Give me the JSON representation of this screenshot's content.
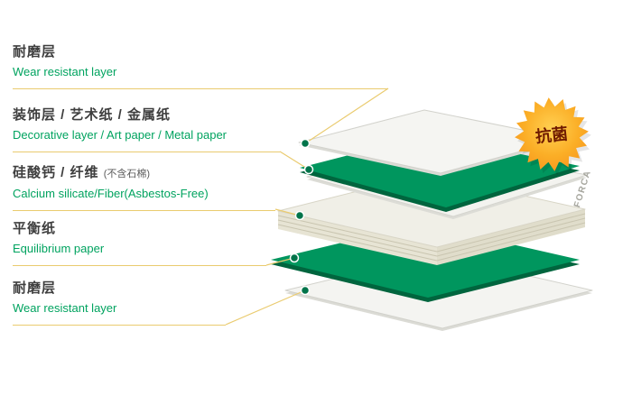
{
  "labels": [
    {
      "zh": "耐磨层",
      "en": "Wear resistant layer"
    },
    {
      "zh": "装饰层 / 艺术纸 / 金属纸",
      "en": "Decorative layer / Art paper / Metal paper"
    },
    {
      "zh": "硅酸钙 / 纤维",
      "zh_note": "(不含石棉)",
      "en": "Calcium silicate/Fiber(Asbestos-Free)"
    },
    {
      "zh": "平衡纸",
      "en": "Equilibrium paper"
    },
    {
      "zh": "耐磨层",
      "en": "Wear resistant layer"
    }
  ],
  "badge": {
    "text": "抗菌"
  },
  "brand": {
    "text": "FORCA"
  },
  "colors": {
    "layer_green": "#00965e",
    "layer_green_edge": "#00653e",
    "core_cream": "#f0efe7",
    "label_en_green": "#00a35f",
    "leader_gold": "#eacb6f",
    "badge_orange": "#f6921e",
    "badge_text": "#6f1a00"
  }
}
